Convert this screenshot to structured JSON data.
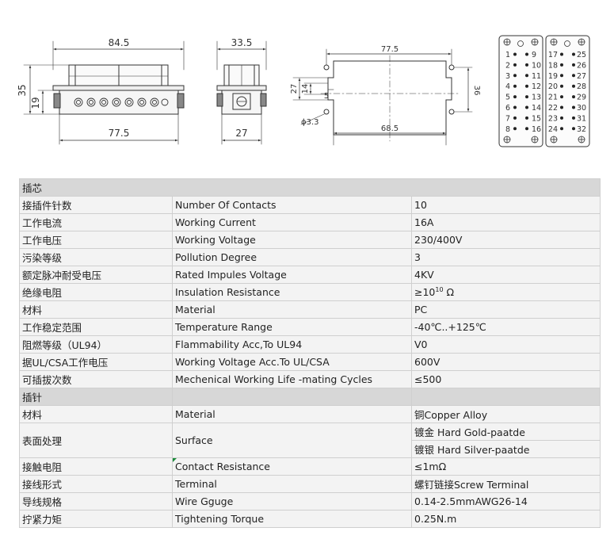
{
  "drawings": {
    "front": {
      "width_top": "84.5",
      "width_bottom": "77.5",
      "height_total": "35",
      "height_body": "19"
    },
    "side": {
      "width_top": "33.5",
      "width_bottom": "27"
    },
    "panel": {
      "hole_span_x": "77.5",
      "hole_span_y": "36",
      "cutout_w": "68.5",
      "cutout_h": "27",
      "inner_h": "14",
      "offset": "5",
      "hole_dia": "ϕ3.3"
    },
    "pins_left": {
      "left": [
        "1",
        "2",
        "3",
        "4",
        "5",
        "6",
        "7",
        "8"
      ],
      "right": [
        "9",
        "10",
        "11",
        "12",
        "13",
        "14",
        "15",
        "16"
      ]
    },
    "pins_right": {
      "left": [
        "17",
        "18",
        "19",
        "20",
        "21",
        "22",
        "23",
        "24"
      ],
      "right": [
        "25",
        "26",
        "27",
        "28",
        "29",
        "30",
        "31",
        "32"
      ]
    }
  },
  "spec": {
    "section1": "插芯",
    "rows1": [
      {
        "cn": "接插件针数",
        "en": "Number Of Contacts",
        "val": "10"
      },
      {
        "cn": "工作电流",
        "en": "Working Current",
        "val": "16A"
      },
      {
        "cn": "工作电压",
        "en": "Working Voltage",
        "val": "230/400V"
      },
      {
        "cn": "污染等级",
        "en": "Pollution Degree",
        "val": "3"
      },
      {
        "cn": "额定脉冲耐受电压",
        "en": "Rated Impules Voltage",
        "val": "4KV"
      },
      {
        "cn": "绝缘电阻",
        "en": "Insulation Resistance",
        "val_pre": "≥10",
        "val_sup": "10",
        "val_post": " Ω"
      },
      {
        "cn": "材料",
        "en": "Material",
        "val": "PC"
      },
      {
        "cn": "工作稳定范围",
        "en": "Temperature Range",
        "val": "-40℃..+125℃"
      },
      {
        "cn": "阻燃等级（UL94）",
        "en": "Flammability Acc,To UL94",
        "val": "V0"
      },
      {
        "cn": "据UL/CSA工作电压",
        "en": "Working Voltage Acc.To UL/CSA",
        "val": "600V"
      },
      {
        "cn": "可插拔次数",
        "en": "Mechenical Working Life -mating Cycles",
        "val": "≤500"
      }
    ],
    "section2": "插针",
    "material": {
      "cn": "材料",
      "en": "Material",
      "val": "铜Copper Alloy"
    },
    "surface": {
      "cn": "表面处理",
      "en": "Surface",
      "val1": "镀金 Hard Gold-paatde",
      "val2": "镀银 Hard Silver-paatde"
    },
    "rows2": [
      {
        "cn": "接触电阻",
        "en": "Contact Resistance",
        "val": "≤1mΩ"
      },
      {
        "cn": "接线形式",
        "en": "Terminal",
        "val": "螺钉链接Screw Terminal"
      },
      {
        "cn": "导线规格",
        "en": "Wire Gguge",
        "val": "0.14-2.5mmAWG26-14"
      },
      {
        "cn": "拧紧力矩",
        "en": "Tightening Torque",
        "val": "0.25N.m"
      }
    ]
  }
}
